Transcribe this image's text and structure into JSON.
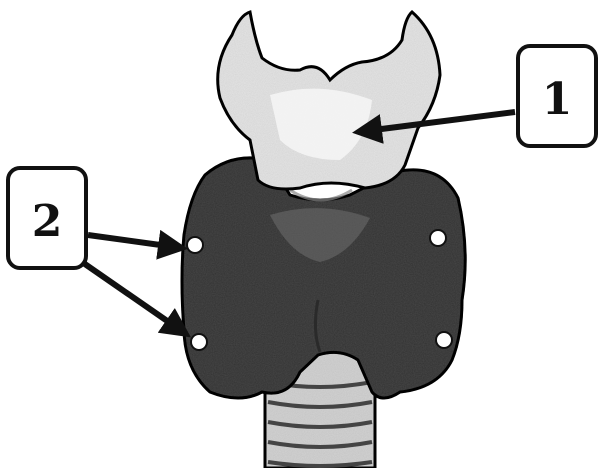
{
  "labels": [
    {
      "id": "label-1",
      "text": "1"
    },
    {
      "id": "label-2",
      "text": "2"
    }
  ],
  "colors": {
    "outline": "#111111",
    "gland": "#4a4a4a",
    "cartilage": "#e6e6e6",
    "trachea": "#d4d4d4",
    "parathyroid": "#ffffff",
    "label_box_fill": "#ffffff"
  }
}
